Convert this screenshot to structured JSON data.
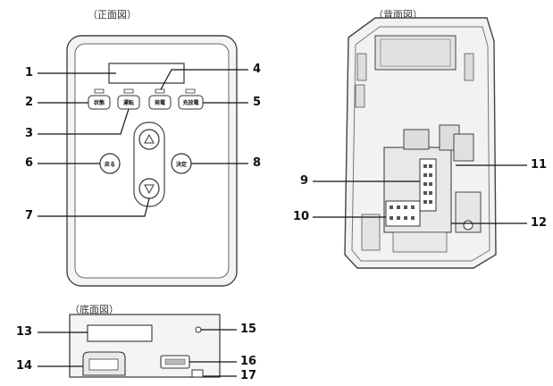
{
  "views": {
    "front": "（正面図）",
    "back": "（背面図）",
    "bottom": "（底面図）"
  },
  "buttons": {
    "status": "状態",
    "operation": "運転",
    "generation": "発電",
    "charge_discharge": "充放電",
    "back": "戻る",
    "confirm": "決定",
    "up_symbol": "△",
    "down_symbol": "▽"
  },
  "callouts": [
    "1",
    "2",
    "3",
    "4",
    "5",
    "6",
    "7",
    "8",
    "9",
    "10",
    "11",
    "12",
    "13",
    "14",
    "15",
    "16",
    "17"
  ]
}
